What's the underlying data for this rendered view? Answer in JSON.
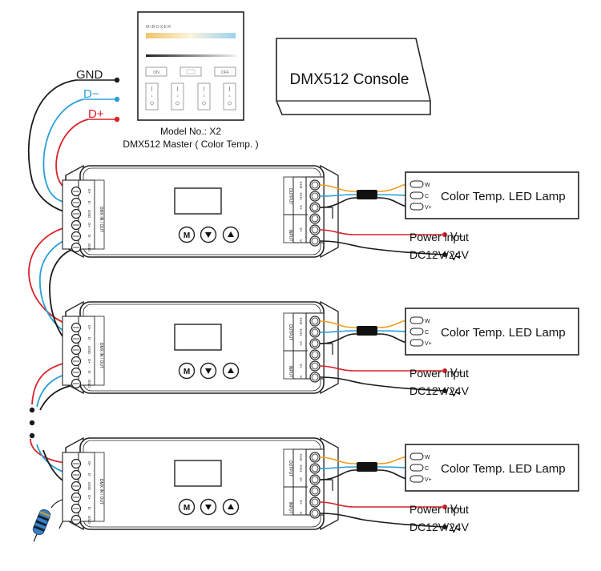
{
  "bus_labels": {
    "gnd": "GND",
    "d_minus": "D−",
    "d_plus": "D+"
  },
  "master": {
    "brand": "MiBOXER",
    "buttons": [
      "ON",
      "",
      "OFF"
    ],
    "zone_labels": [
      "1",
      "2",
      "3",
      "4"
    ],
    "model_line": "Model No.: X2",
    "description_line": "DMX512 Master ( Color Temp. )"
  },
  "console": {
    "label": "DMX512 Console"
  },
  "decoder": {
    "dmx_label": "DMX IN / OUT",
    "dmx_terminals": [
      "D+",
      "D-",
      "GND",
      "D+",
      "D-",
      "GND"
    ],
    "output_label": "OUTPUT",
    "output_channels": [
      "CH2",
      "CH1",
      "V+"
    ],
    "input_label": "INPUT",
    "input_terminals": [
      "V+",
      "V-"
    ],
    "keys": [
      "M",
      "▼",
      "▲"
    ]
  },
  "lamp": {
    "label": "Color Temp. LED Lamp",
    "wires": [
      "W",
      "C",
      "V+"
    ]
  },
  "power": {
    "v_plus": "V+",
    "v_minus": "V-",
    "line1": "Power input",
    "line2": "DC12V/24V"
  },
  "colors": {
    "gnd_wire": "#1a1a1a",
    "d_minus_wire": "#2a9fd8",
    "d_plus_wire": "#d8232a",
    "ct_wire": "#f0a020"
  }
}
